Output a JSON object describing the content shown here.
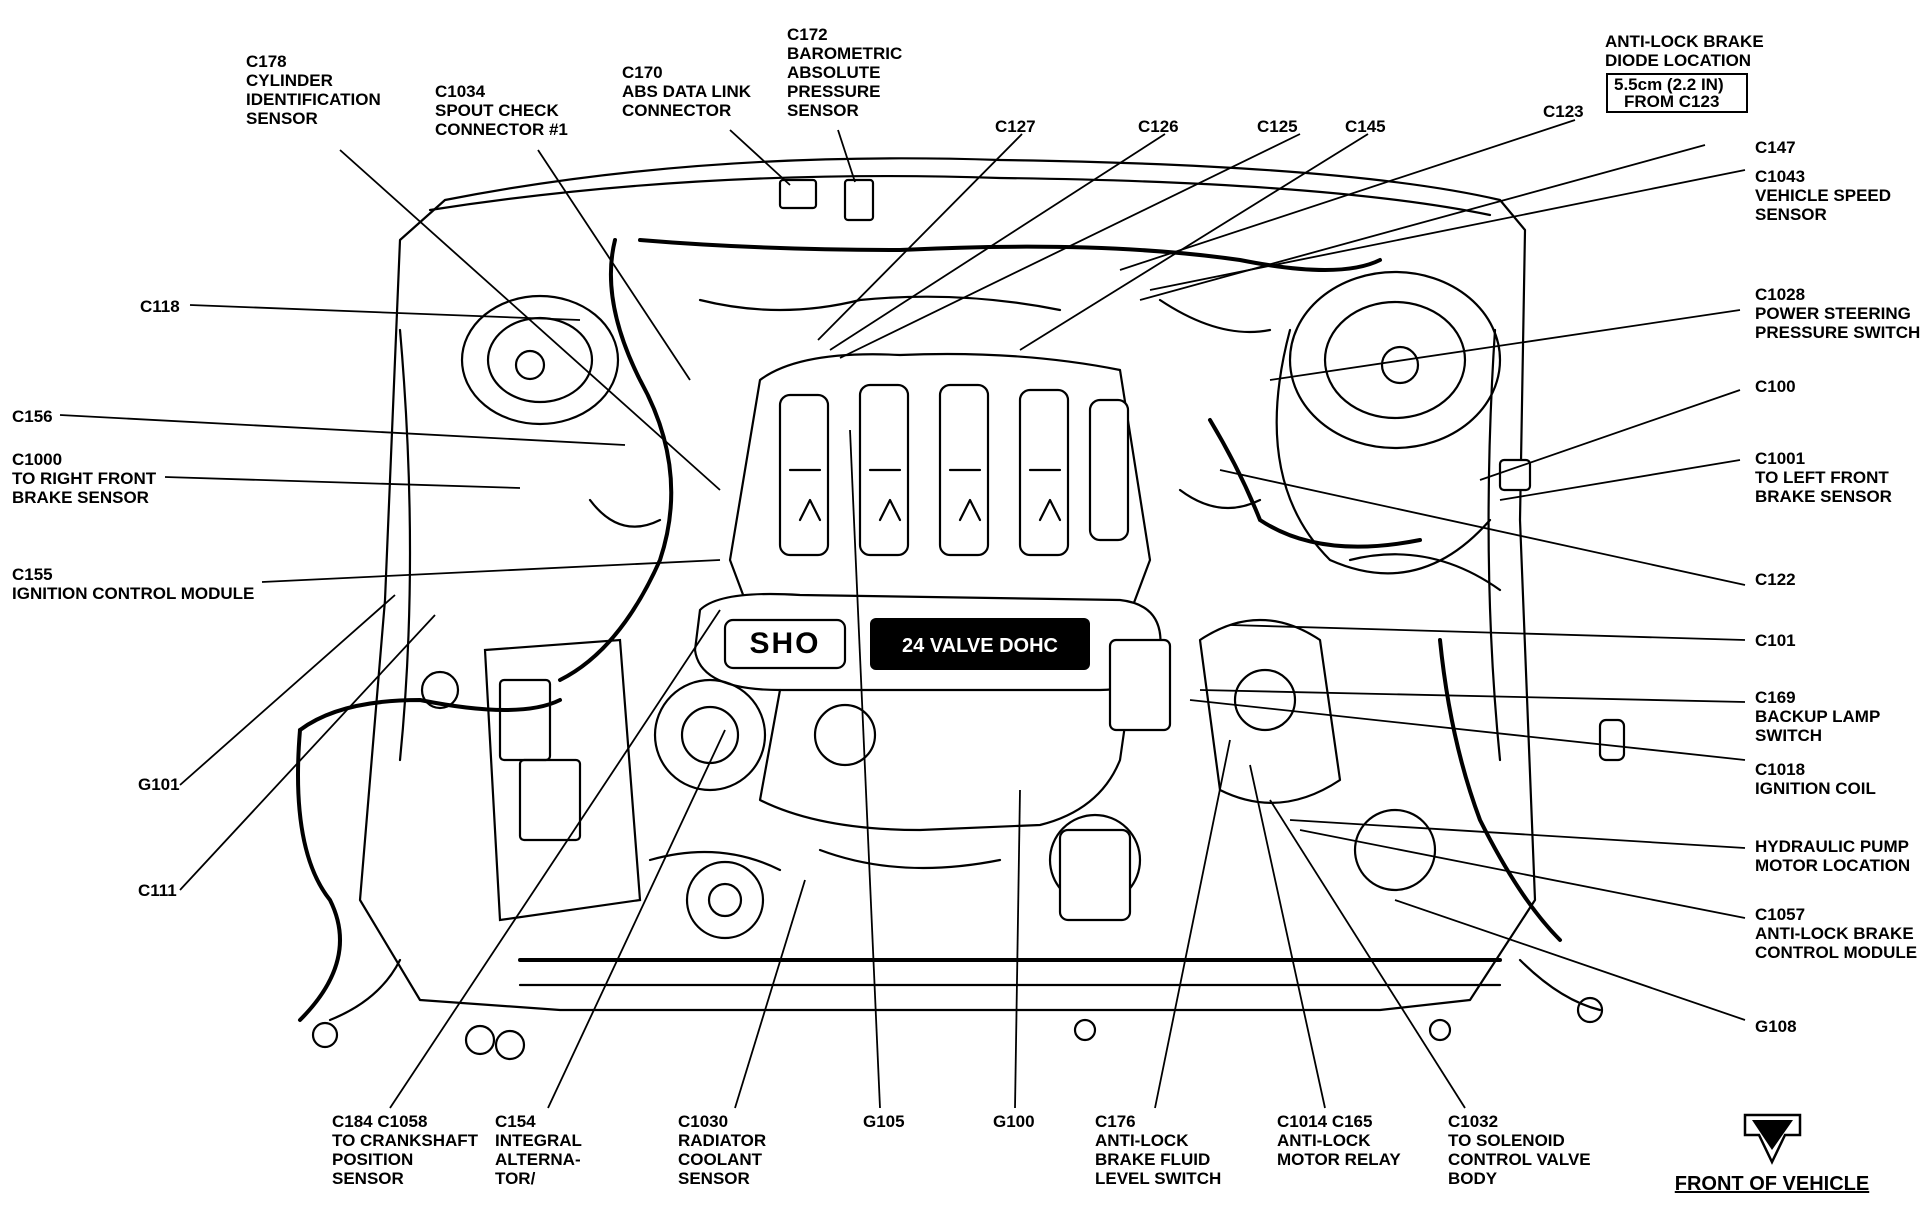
{
  "diagram": {
    "engine_badge": {
      "left": "SHO",
      "right": "24 VALVE DOHC"
    },
    "front_label": "FRONT OF VEHICLE",
    "abs_diode_box": {
      "title_lines": [
        "ANTI-LOCK BRAKE",
        "DIODE LOCATION"
      ],
      "box_lines": [
        "5.5cm (2.2 IN)",
        "FROM C123"
      ]
    },
    "labels": {
      "c178": [
        "C178",
        "CYLINDER",
        "IDENTIFICATION",
        "SENSOR"
      ],
      "c1034": [
        "C1034",
        "SPOUT CHECK",
        "CONNECTOR #1"
      ],
      "c170": [
        "C170",
        "ABS DATA LINK",
        "CONNECTOR"
      ],
      "c172": [
        "C172",
        "BAROMETRIC",
        "ABSOLUTE",
        "PRESSURE",
        "SENSOR"
      ],
      "c127": [
        "C127"
      ],
      "c126": [
        "C126"
      ],
      "c125": [
        "C125"
      ],
      "c145": [
        "C145"
      ],
      "c123": [
        "C123"
      ],
      "c147": [
        "C147"
      ],
      "c1043": [
        "C1043",
        "VEHICLE SPEED",
        "SENSOR"
      ],
      "c1028": [
        "C1028",
        "POWER STEERING",
        "PRESSURE SWITCH"
      ],
      "c100": [
        "C100"
      ],
      "c1001": [
        "C1001",
        "TO LEFT FRONT",
        "BRAKE SENSOR"
      ],
      "c122": [
        "C122"
      ],
      "c101": [
        "C101"
      ],
      "c169": [
        "C169",
        "BACKUP LAMP",
        "SWITCH"
      ],
      "c1018": [
        "C1018",
        "IGNITION COIL"
      ],
      "hydraulic": [
        "HYDRAULIC PUMP",
        "MOTOR LOCATION"
      ],
      "c1057": [
        "C1057",
        "ANTI-LOCK BRAKE",
        "CONTROL MODULE"
      ],
      "g108": [
        "G108"
      ],
      "c118": [
        "C118"
      ],
      "c156": [
        "C156"
      ],
      "c1000": [
        "C1000",
        "TO RIGHT FRONT",
        "BRAKE SENSOR"
      ],
      "c155": [
        "C155",
        "IGNITION CONTROL MODULE"
      ],
      "g101": [
        "G101"
      ],
      "c111": [
        "C111"
      ],
      "c184": [
        "C184 C1058",
        "TO CRANKSHAFT",
        "POSITION",
        "SENSOR"
      ],
      "c154": [
        "C154",
        "INTEGRAL",
        "ALTERNA-",
        "TOR/"
      ],
      "c1030": [
        "C1030",
        "RADIATOR",
        "COOLANT",
        "SENSOR"
      ],
      "g105": [
        "G105"
      ],
      "g100": [
        "G100"
      ],
      "c176": [
        "C176",
        "ANTI-LOCK",
        "BRAKE FLUID",
        "LEVEL SWITCH"
      ],
      "c1014": [
        "C1014 C165",
        "ANTI-LOCK",
        "MOTOR RELAY"
      ],
      "c1032": [
        "C1032",
        "TO SOLENOID",
        "CONTROL VALVE",
        "BODY"
      ]
    }
  }
}
